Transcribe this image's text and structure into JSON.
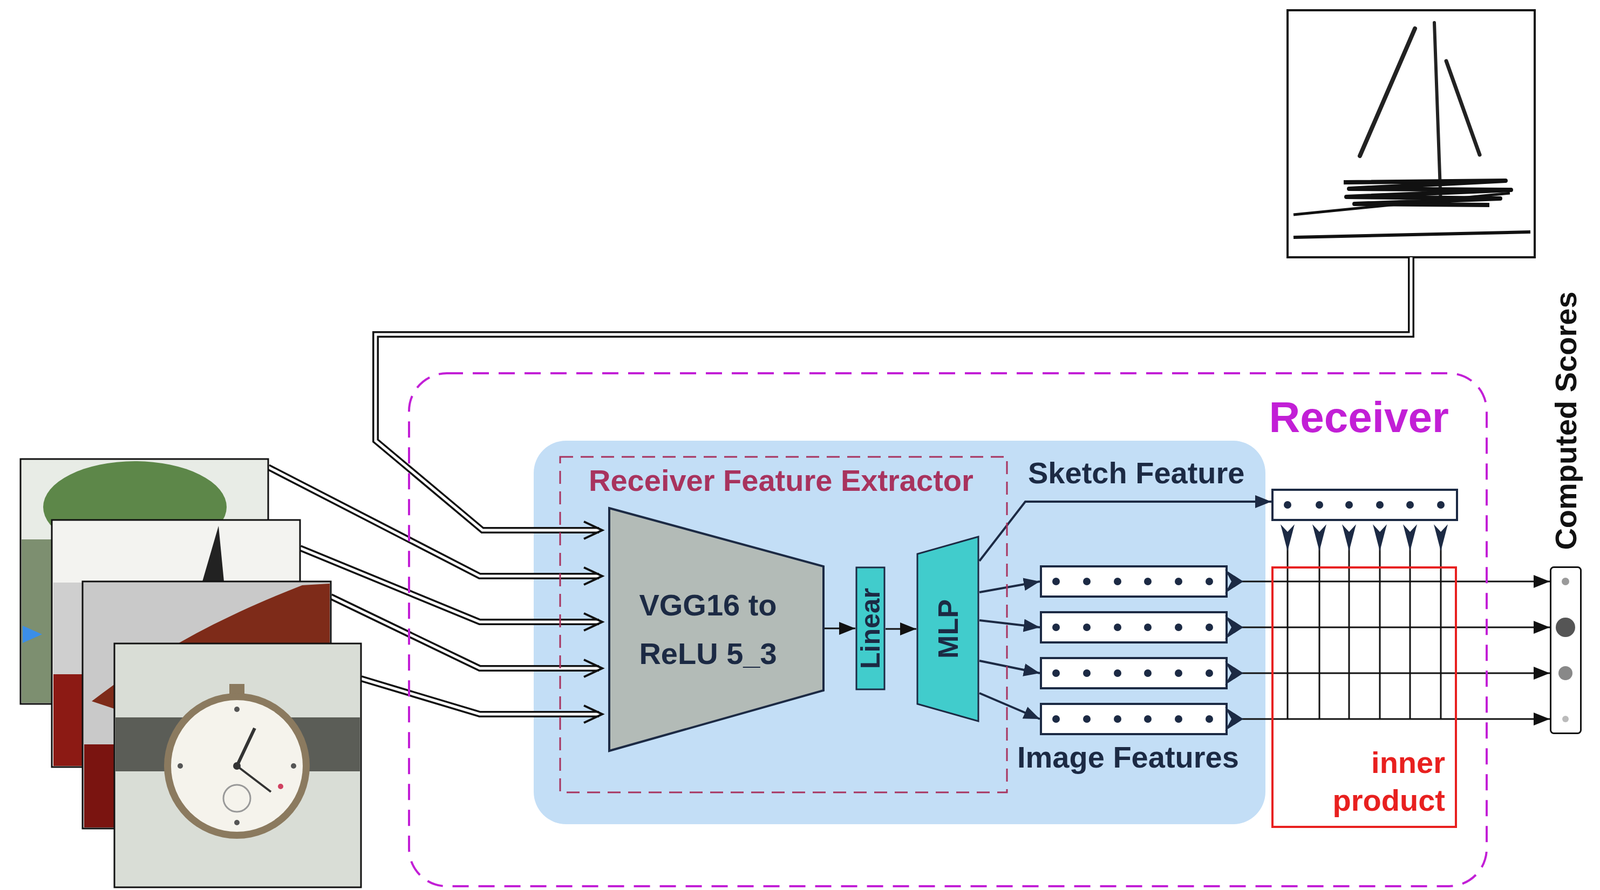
{
  "diagram": {
    "nodes": [
      {
        "text": [
          "Receiver"
        ]
      },
      {
        "text": [
          "Receiver Feature Extractor"
        ],
        "in": 0
      },
      {
        "text": [
          "VGG16 to ReLU 5_3"
        ],
        "in": 1
      },
      {
        "text": [
          "Linear"
        ],
        "in": 1
      },
      {
        "text": [
          "MLP"
        ],
        "in": 1
      },
      {
        "text": [
          "inner product"
        ],
        "in": 0
      },
      {
        "text": [
          "Computed Scores"
        ]
      }
    ],
    "edges": [
      {
        "from": 2,
        "to": 3,
        "arrow": "to"
      },
      {
        "from": 3,
        "to": 4,
        "arrow": "to"
      },
      {
        "from": 5,
        "to": 6,
        "arrow": "to"
      },
      {
        "from": 5,
        "to": 6,
        "arrow": "to"
      },
      {
        "from": 5,
        "to": 6,
        "arrow": "to"
      },
      {
        "from": 5,
        "to": 6,
        "arrow": "to"
      }
    ],
    "labels": [
      "Sketch Feature",
      "Image Features"
    ]
  }
}
